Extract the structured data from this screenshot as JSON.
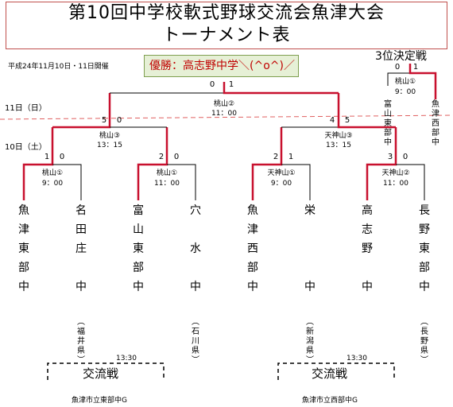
{
  "title": {
    "line1": "第10回中学校軟式野球交流会魚津大会",
    "line2": "トーナメント表"
  },
  "dates": "平成24年11月10日・11日開催",
  "winner": "優勝：高志野中学＼(^o^)／",
  "third_place": {
    "title": "3位決定戦",
    "score_left": "0",
    "score_right": "1",
    "venue": "桃山①",
    "time": "9：00",
    "team_left": [
      "富",
      "山",
      "東",
      "部",
      "中"
    ],
    "team_right": [
      "魚",
      "津",
      "西",
      "部",
      "中"
    ]
  },
  "days": {
    "day1": "10日（土）",
    "day2": "11日（日）"
  },
  "final": {
    "score_left": "0",
    "score_right": "1",
    "venue": "桃山②",
    "time": "11：00"
  },
  "semis": [
    {
      "score_left": "5",
      "score_right": "0",
      "venue": "桃山③",
      "time": "13：15"
    },
    {
      "score_left": "4",
      "score_right": "5",
      "venue": "天神山③",
      "time": "13：15"
    }
  ],
  "firsts": [
    {
      "score_left": "1",
      "score_right": "0",
      "venue": "桃山①",
      "time": "9：00"
    },
    {
      "score_left": "2",
      "score_right": "0",
      "venue": "桃山①",
      "time": "11：00"
    },
    {
      "score_left": "2",
      "score_right": "1",
      "venue": "天神山①",
      "time": "9：00"
    },
    {
      "score_left": "3",
      "score_right": "0",
      "venue": "天神山②",
      "time": "11：00"
    }
  ],
  "teams": [
    {
      "chars": [
        "魚",
        "津",
        "東",
        "部",
        "中"
      ],
      "pref": ""
    },
    {
      "chars": [
        "名",
        "田",
        "庄",
        "",
        "中"
      ],
      "pref": "（福井県）"
    },
    {
      "chars": [
        "富",
        "山",
        "東",
        "部",
        "中"
      ],
      "pref": ""
    },
    {
      "chars": [
        "穴",
        "",
        "水",
        "",
        "中"
      ],
      "pref": "（石川県）"
    },
    {
      "chars": [
        "魚",
        "津",
        "西",
        "部",
        "中"
      ],
      "pref": ""
    },
    {
      "chars": [
        "栄",
        "",
        "",
        "",
        "中"
      ],
      "pref": "（新潟県）"
    },
    {
      "chars": [
        "高",
        "志",
        "野",
        "",
        "中"
      ],
      "pref": ""
    },
    {
      "chars": [
        "長",
        "野",
        "東",
        "部",
        "中"
      ],
      "pref": "（長野県）"
    }
  ],
  "exchange": [
    {
      "time": "13:30",
      "label": "交流戦",
      "venue": "魚津市立東部中G"
    },
    {
      "time": "13:30",
      "label": "交流戦",
      "venue": "魚津市立西部中G"
    }
  ],
  "colors": {
    "win": "#c8102e",
    "lose": "#000000",
    "day_divider": "#e06060",
    "title_border": "#c0504d",
    "winner_bg": "#e6f0d6"
  }
}
